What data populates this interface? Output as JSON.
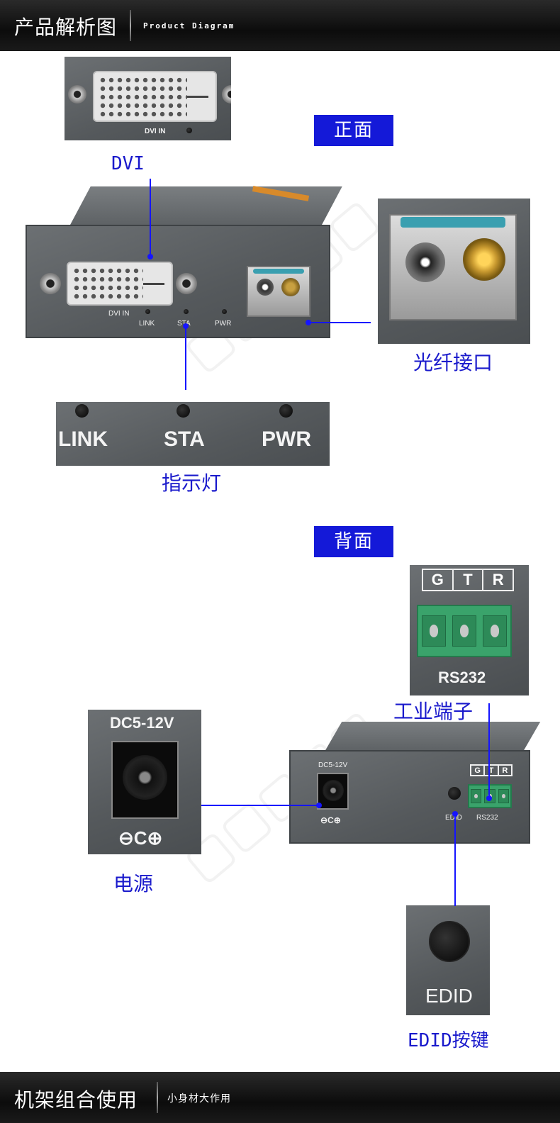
{
  "header": {
    "title": "产品解析图",
    "subtitle": "Product Diagram"
  },
  "front": {
    "tag": "正面",
    "dvi_label": "DVI",
    "dvi_port_label": "DVI IN",
    "fiber_label": "光纤接口",
    "led_label": "指示灯",
    "leds": [
      "LINK",
      "STA",
      "PWR"
    ]
  },
  "back": {
    "tag": "背面",
    "terminal_label": "工业端子",
    "terminal_pins": [
      "G",
      "T",
      "R"
    ],
    "terminal_name": "RS232",
    "power_label": "电源",
    "power_spec": "DC5-12V",
    "polarity_symbol": "⊖C⊕",
    "edid_label": "EDID按键",
    "edid_text": "EDID"
  },
  "footer": {
    "title": "机架组合使用",
    "subtitle": "小身材大作用"
  },
  "colors": {
    "accent": "#1419d8",
    "label": "#1a1acc",
    "line": "#1515ff",
    "device": "#55595c",
    "terminal": "#3aa36b"
  }
}
